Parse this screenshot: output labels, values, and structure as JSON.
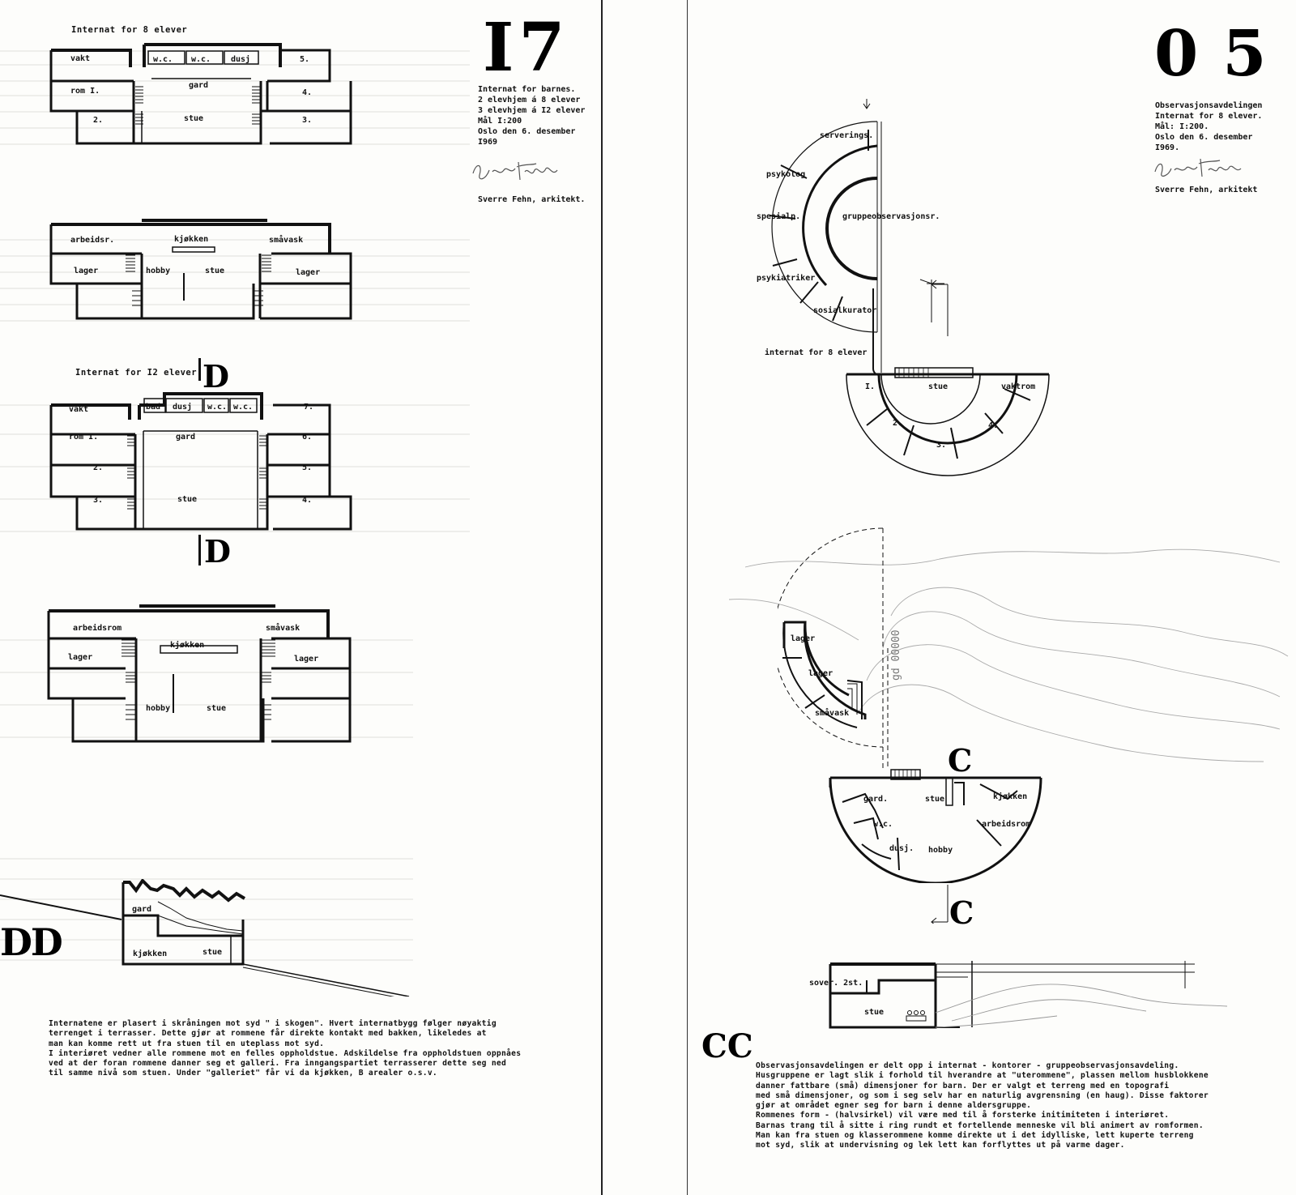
{
  "left_sheet": {
    "number": "I7",
    "title_block": {
      "lines": [
        "Internat for barnes.",
        "2 elevhjem á 8 elever",
        "3 elevhjem á I2 elever",
        "Mål I:200",
        "Oslo den 6. desember",
        "I969"
      ],
      "architect": "Sverre Fehn, arkitekt."
    },
    "plan_a_title": "Internat for 8 elever",
    "plan_a_rooms": [
      "vakt",
      "w.c.",
      "w.c.",
      "dusj",
      "5.",
      "rom I.",
      "gard",
      "4.",
      "2.",
      "stue",
      "3."
    ],
    "plan_b_rooms": [
      "arbeidsr.",
      "kjøkken",
      "småvask",
      "lager",
      "hobby",
      "stue",
      "lager"
    ],
    "plan_c_title": "Internat for I2 elever",
    "plan_c_rooms": [
      "vakt",
      "bad",
      "dusj",
      "w.c.",
      "w.c.",
      "7.",
      "rom I.",
      "gard",
      "6.",
      "2.",
      "5.",
      "3.",
      "stue",
      "4."
    ],
    "plan_d_rooms": [
      "arbeidsrom",
      "småvask",
      "kjøkken",
      "lager",
      "lager",
      "hobby",
      "stue"
    ],
    "section_marker": "D",
    "section_label": "DD",
    "section_rooms": [
      "gard",
      "kjøkken",
      "stue"
    ],
    "description": [
      "Internatene er plasert i skråningen mot syd \" i skogen\".  Hvert internatbygg følger nøyaktig",
      "terrenget i terrasser.  Dette gjør at rommene får direkte kontakt med bakken,  likeledes at",
      "man kan komme rett ut fra stuen til en uteplass mot syd.",
      "I interiøret vedner alle rommene mot en felles oppholdstue. Adskildelse fra oppholdstuen oppnåes",
      "ved at der foran rommene danner seg et galleri.  Fra inngangspartiet terrasserer dette seg ned",
      "til samme nivå som stuen.  Under \"galleriet\" får vi da kjøkken, B arealer o.s.v."
    ]
  },
  "right_sheet": {
    "number": "05",
    "title_block": {
      "lines": [
        "Observasjonsavdelingen",
        "Internat for 8 elever.",
        "Mål:  I:200.",
        "Oslo den 6. desember",
        "I969."
      ],
      "architect": "Sverre Fehn,  arkitekt"
    },
    "plan_upper_rooms": [
      "serverings.",
      "psykolog",
      "spesialp.",
      "gruppeobservasjonsr.",
      "psykiatriker",
      "sosialkurator",
      "internat for 8 elever",
      "I.",
      "stue",
      "vaktrom",
      "2.",
      "3.",
      "4."
    ],
    "plan_lower_rooms": [
      "lager",
      "lager",
      "småvask",
      "gard.",
      "stue",
      "kjøkken",
      "arbeidsrom",
      "w.c.",
      "dusj.",
      "hobby"
    ],
    "section_marker": "C",
    "section_label": "CC",
    "section_rooms": [
      "sover. 2st.",
      "stue"
    ],
    "description": [
      "Observasjonsavdelingen er delt opp i internat - kontorer - gruppeobservasjonsavdeling.",
      "Husgruppene er lagt slik i forhold til hverandre at \"uterommene\", plassen mellom husblokkene",
      "danner fattbare (små) dimensjoner for barn.        Der er valgt et terreng med en topografi",
      "med små dimensjoner, og som i seg selv har en naturlig avgrensning (en haug).  Disse faktorer",
      "gjør at området egner seg for barn i denne aldersgruppe.",
      "Rommenes form - (halvsirkel) vil være med til å forsterke initimiteten i interiøret.",
      "Barnas trang til å sitte i ring rundt et fortellende menneske vil bli animert av romformen.",
      "Man kan fra stuen og klasserommene komme direkte ut i det idylliske, lett kuperte terreng",
      "mot syd,  slik at undervisning og lek lett kan forflyttes ut på varme dager."
    ]
  }
}
